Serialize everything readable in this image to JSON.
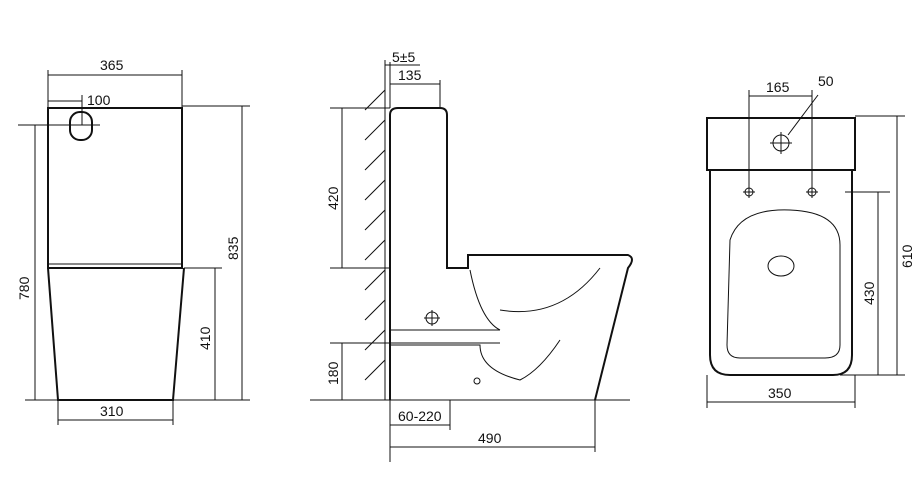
{
  "front_view": {
    "width_top": "365",
    "inlet_offset": "100",
    "height_tank": "780",
    "height_total": "835",
    "height_bowl": "410",
    "width_base": "310"
  },
  "side_view": {
    "wall_gap": "5±5",
    "tank_depth": "135",
    "tank_height": "420",
    "outlet_height": "180",
    "outlet_offset": "60-220",
    "length": "490"
  },
  "top_view": {
    "hole_spacing": "165",
    "hole_diameter": "50",
    "depth_total": "610",
    "depth_bowl": "430",
    "width": "350"
  }
}
